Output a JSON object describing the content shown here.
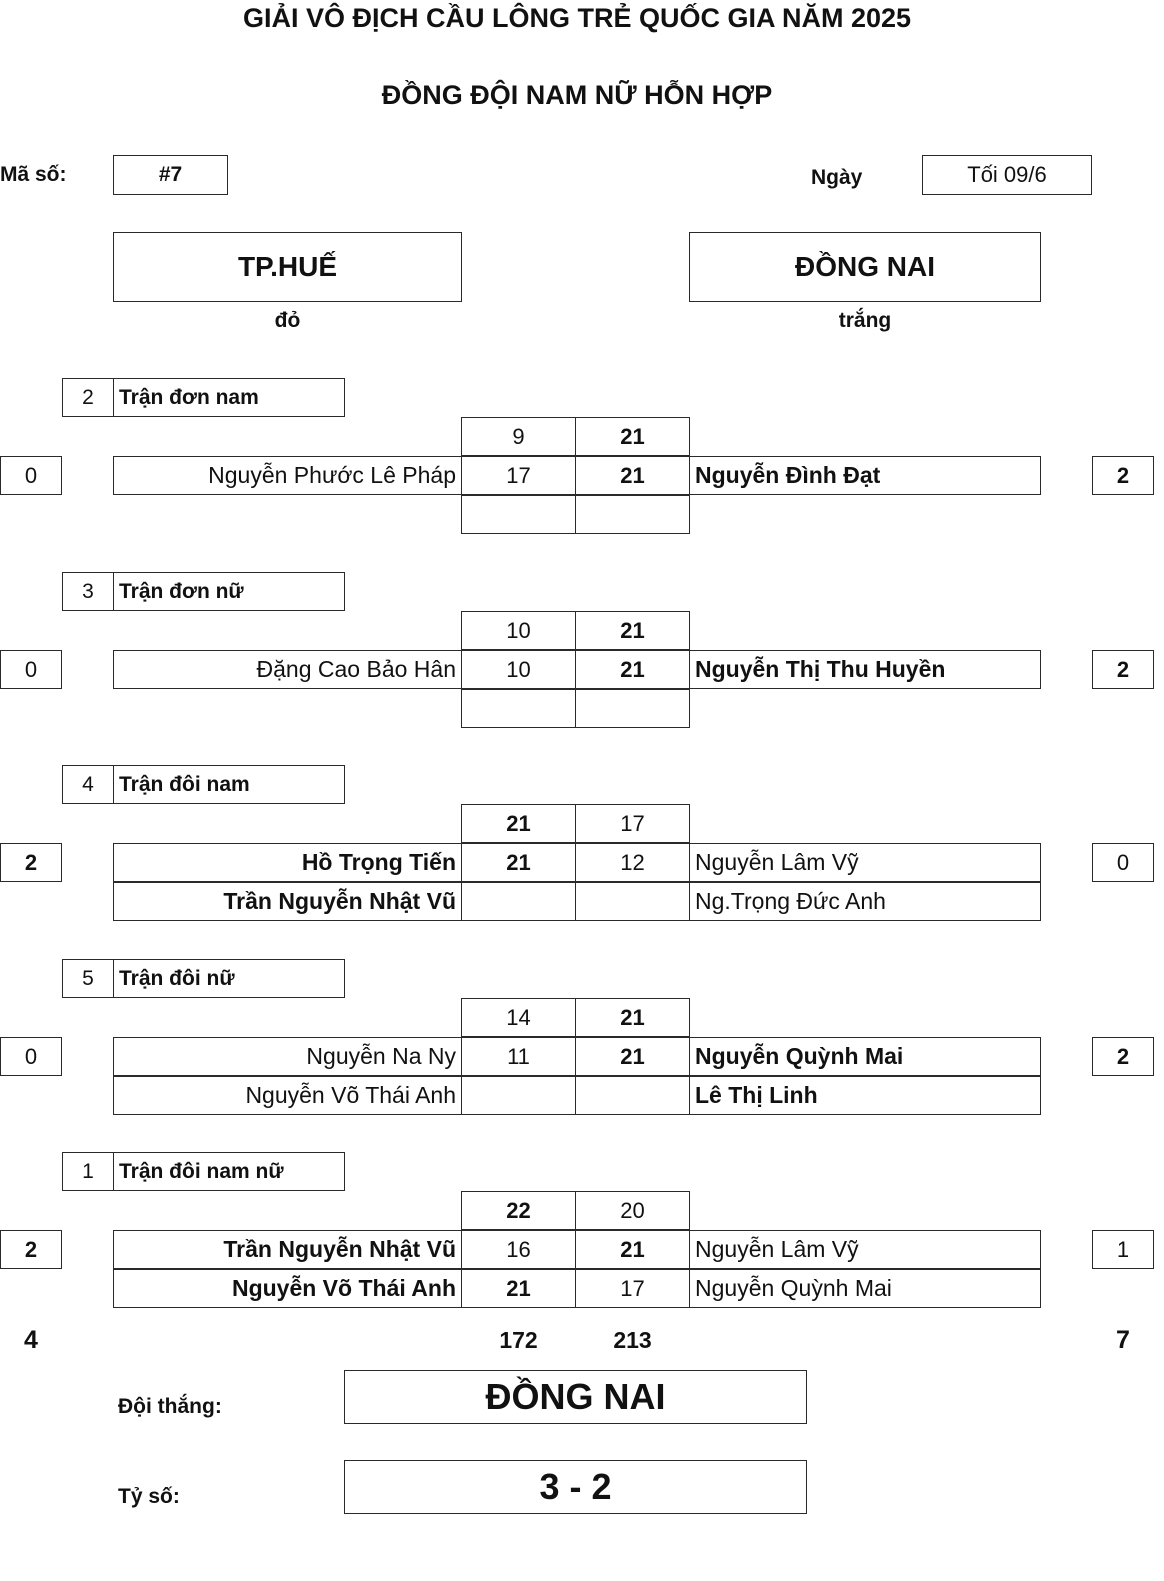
{
  "header": {
    "title": "GIẢI VÔ ĐỊCH CẦU LÔNG TRẺ QUỐC GIA NĂM 2025",
    "subtitle": "ĐỒNG ĐỘI NAM NỮ HỖN HỢP"
  },
  "info": {
    "code_label": "Mã số:",
    "code_value": "#7",
    "date_label": "Ngày",
    "date_value": "Tối 09/6"
  },
  "teams": {
    "left": {
      "name": "TP.HUẾ",
      "color": "đỏ"
    },
    "right": {
      "name": "ĐỒNG NAI",
      "color": "trắng"
    }
  },
  "matches": [
    {
      "order": "2",
      "event": "Trận đơn nam",
      "left_result": "0",
      "right_result": "2",
      "winner": "right",
      "left_players": [
        "Nguyễn Phước Lê Pháp"
      ],
      "right_players": [
        "Nguyễn Đình Đạt"
      ],
      "games": [
        {
          "left": "9",
          "right": "21",
          "winner": "right"
        },
        {
          "left": "17",
          "right": "21",
          "winner": "right"
        },
        {
          "left": "",
          "right": "",
          "winner": ""
        }
      ]
    },
    {
      "order": "3",
      "event": "Trận đơn nữ",
      "left_result": "0",
      "right_result": "2",
      "winner": "right",
      "left_players": [
        "Đặng Cao Bảo Hân"
      ],
      "right_players": [
        "Nguyễn Thị Thu Huyền"
      ],
      "games": [
        {
          "left": "10",
          "right": "21",
          "winner": "right"
        },
        {
          "left": "10",
          "right": "21",
          "winner": "right"
        },
        {
          "left": "",
          "right": "",
          "winner": ""
        }
      ]
    },
    {
      "order": "4",
      "event": "Trận đôi nam",
      "left_result": "2",
      "right_result": "0",
      "winner": "left",
      "left_players": [
        "Hồ Trọng Tiến",
        "Trần Nguyễn Nhật Vũ"
      ],
      "right_players": [
        "Nguyễn Lâm Vỹ",
        "Ng.Trọng Đức Anh"
      ],
      "games": [
        {
          "left": "21",
          "right": "17",
          "winner": "left"
        },
        {
          "left": "21",
          "right": "12",
          "winner": "left"
        },
        {
          "left": "",
          "right": "",
          "winner": ""
        }
      ]
    },
    {
      "order": "5",
      "event": "Trận đôi nữ",
      "left_result": "0",
      "right_result": "2",
      "winner": "right",
      "left_players": [
        "Nguyễn Na Ny",
        "Nguyễn Võ Thái Anh"
      ],
      "right_players": [
        "Nguyễn Quỳnh Mai",
        "Lê Thị Linh"
      ],
      "games": [
        {
          "left": "14",
          "right": "21",
          "winner": "right"
        },
        {
          "left": "11",
          "right": "21",
          "winner": "right"
        },
        {
          "left": "",
          "right": "",
          "winner": ""
        }
      ]
    },
    {
      "order": "1",
      "event": "Trận đôi nam nữ",
      "left_result": "2",
      "right_result": "1",
      "winner": "left",
      "left_players": [
        "Trần Nguyễn Nhật Vũ",
        "Nguyễn Võ Thái Anh"
      ],
      "right_players": [
        "Nguyễn Lâm Vỹ",
        "Nguyễn Quỳnh Mai"
      ],
      "games": [
        {
          "left": "22",
          "right": "20",
          "winner": "left"
        },
        {
          "left": "16",
          "right": "21",
          "winner": "right"
        },
        {
          "left": "21",
          "right": "17",
          "winner": "left"
        }
      ]
    }
  ],
  "totals": {
    "left_games": "4",
    "left_points": "172",
    "right_points": "213",
    "right_games": "7"
  },
  "result": {
    "winner_label": "Đội thắng:",
    "winner_value": "ĐỒNG NAI",
    "score_label": "Tỷ số:",
    "score_value": "3 - 2"
  }
}
